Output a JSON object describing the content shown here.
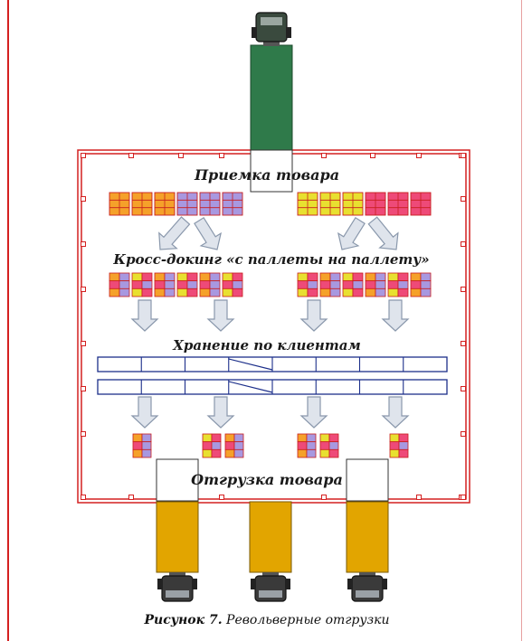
{
  "labels": {
    "receiving": "Приемка товара",
    "crossdock": "Кросс-докинг «с паллеты на паллету»",
    "storage": "Хранение по клиентам",
    "shipping": "Отгрузка товара"
  },
  "caption": {
    "figure": "Рисунок 7.",
    "text": " Револьверные отгрузки"
  },
  "colors": {
    "frame": "#d42020",
    "incoming_truck": "#2f7a4a",
    "outgoing_truck": "#e2a500",
    "pallet_orange": "#f5a12a",
    "pallet_lavender": "#a898e0",
    "pallet_yellow": "#e8e030",
    "pallet_pink": "#ee4a78",
    "rack": "#1c2f8a",
    "arrow_fill": "#dfe4ec",
    "arrow_stroke": "#8a98ac"
  }
}
